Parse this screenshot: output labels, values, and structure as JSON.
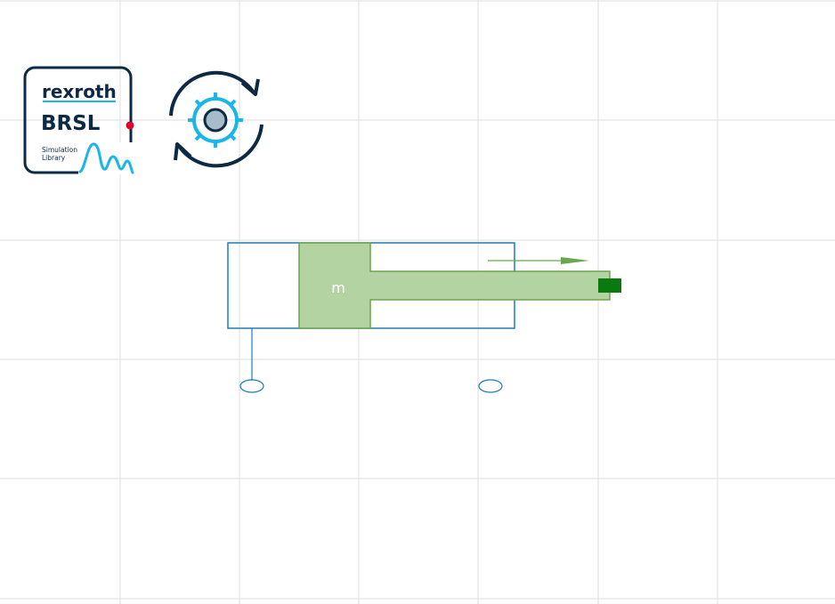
{
  "logo": {
    "brand": "rexroth",
    "product": "BRSL",
    "subtitle_line1": "Simulation",
    "subtitle_line2": "Library"
  },
  "cylinder": {
    "mass_label": "m"
  },
  "colors": {
    "grid": "#dddddd",
    "logo_dark": "#0c2a44",
    "logo_cyan": "#1ab6e8",
    "logo_red": "#e4002b",
    "hydraulic_blue": "#1a7fb5",
    "piston_fill": "#b4d3a2",
    "piston_stroke": "#6aa64a",
    "port_green": "#0a7a10"
  },
  "icons": [
    "rexroth-brsl-logo",
    "sync-gear-icon"
  ]
}
